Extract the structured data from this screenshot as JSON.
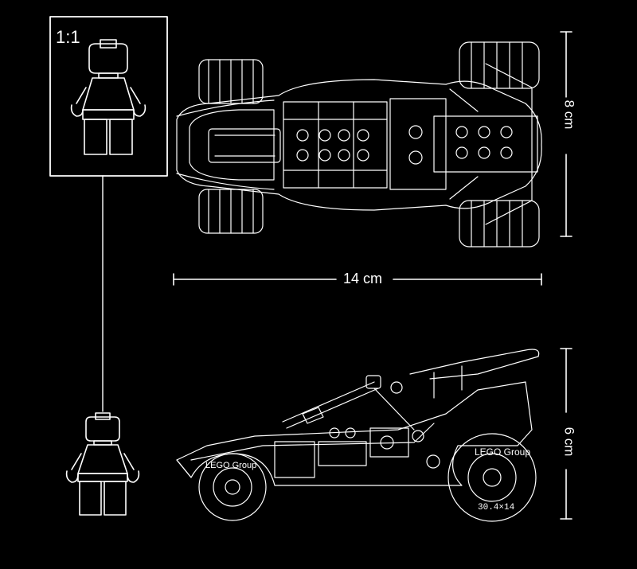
{
  "scale": "1:1",
  "dimensions": {
    "width": "14 cm",
    "top_view_height": "8 cm",
    "side_view_height": "6 cm"
  },
  "logo_text": "LEGO Group",
  "side_code": "30.4×14",
  "colors": {
    "background": "#000000",
    "line": "#ffffff"
  }
}
